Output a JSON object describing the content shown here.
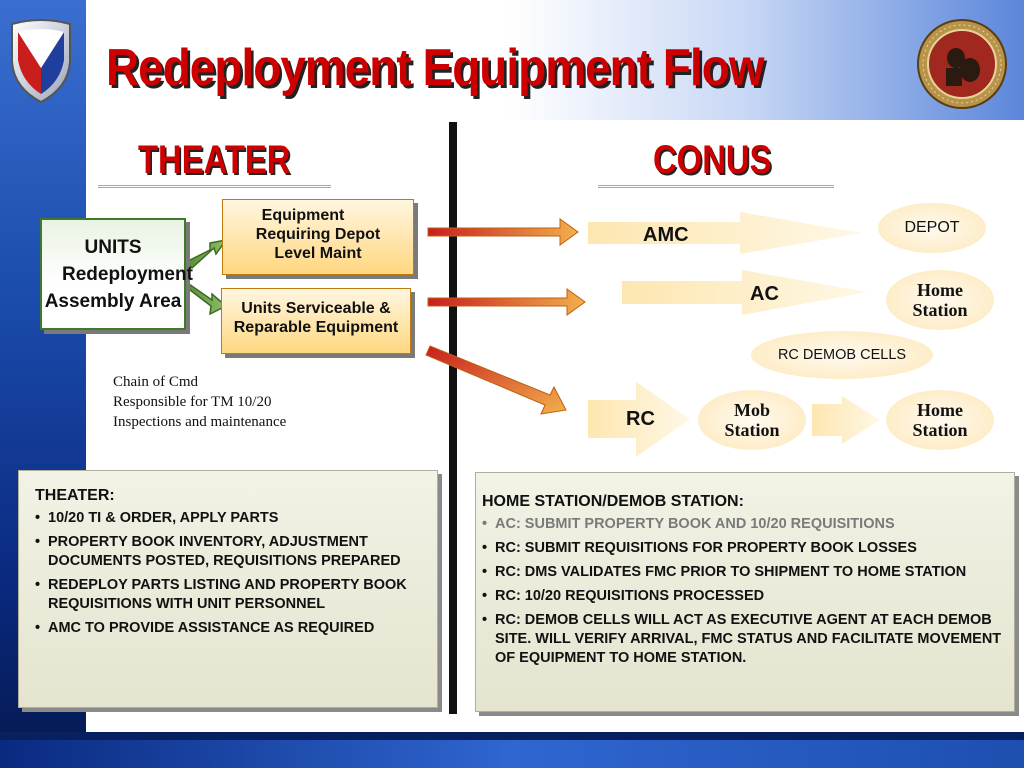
{
  "title": "Redeployment Equipment Flow",
  "theater_heading": "THEATER",
  "conus_heading": "CONUS",
  "units_box": {
    "line1": "UNITS",
    "line2": "Redeployment",
    "line3": "Assembly Area"
  },
  "depot_box": {
    "line1": "Equipment",
    "line2": "Requiring Depot",
    "line3": "Level Maint"
  },
  "serviceable_box": {
    "line1": "Units Serviceable &",
    "line2": "Reparable Equipment"
  },
  "chain_note": {
    "line1": "Chain of Cmd",
    "line2": "Responsible for TM 10/20",
    "line3": "Inspections and maintenance"
  },
  "flow": {
    "amc": "AMC",
    "ac": "AC",
    "rc": "RC",
    "depot": "DEPOT",
    "home_station_1": {
      "line1": "Home",
      "line2": "Station"
    },
    "rc_demob_cells": "RC DEMOB CELLS",
    "mob_station": {
      "line1": "Mob",
      "line2": "Station"
    },
    "home_station_2": {
      "line1": "Home",
      "line2": "Station"
    }
  },
  "theater_panel": {
    "heading": "THEATER:",
    "items": [
      "10/20 TI & ORDER,  APPLY PARTS",
      "PROPERTY BOOK INVENTORY, ADJUSTMENT DOCUMENTS POSTED, REQUISITIONS PREPARED",
      "REDEPLOY PARTS LISTING AND PROPERTY BOOK REQUISITIONS WITH UNIT PERSONNEL",
      "AMC TO PROVIDE ASSISTANCE AS REQUIRED"
    ]
  },
  "home_panel": {
    "heading": "HOME STATION/DEMOB STATION:",
    "items": [
      "AC:  SUBMIT PROPERTY BOOK AND 10/20 REQUISITIONS",
      "RC:  SUBMIT REQUISITIONS FOR PROPERTY BOOK LOSSES",
      "RC:  DMS VALIDATES FMC PRIOR TO SHIPMENT TO HOME STATION",
      "RC:  10/20 REQUISITIONS PROCESSED",
      "RC: DEMOB CELLS WILL ACT AS EXECUTIVE AGENT AT EACH DEMOB SITE.  WILL VERIFY ARRIVAL, FMC STATUS AND FACILITATE MOVEMENT OF EQUIPMENT TO HOME STATION."
    ]
  },
  "colors": {
    "title_red": "#cc0000",
    "arrow_red": "#d03020",
    "arrow_orange": "#f0b050",
    "gray_item": "#7a7a7a"
  },
  "icons": {
    "left_logo": "shield-logo-icon",
    "right_logo": "command-seal-icon"
  }
}
